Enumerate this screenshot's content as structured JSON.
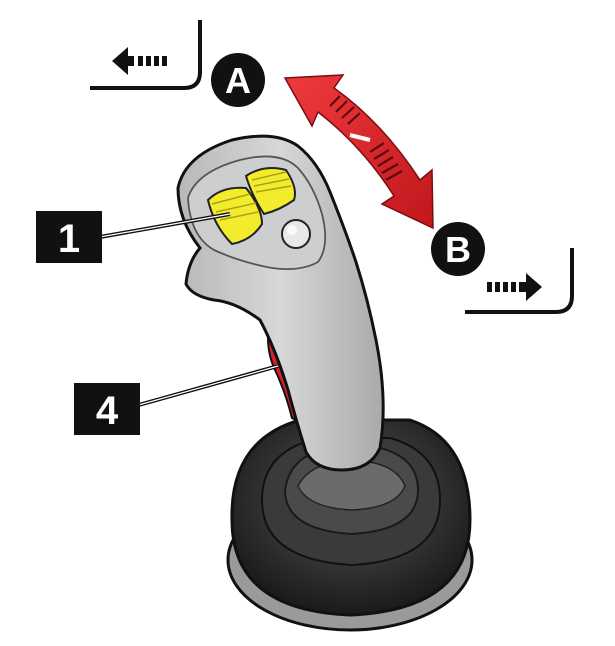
{
  "callouts": [
    {
      "id": "callout-1",
      "text": "1"
    },
    {
      "id": "callout-4",
      "text": "4"
    }
  ],
  "directions": [
    {
      "id": "direction-a",
      "text": "A"
    },
    {
      "id": "direction-b",
      "text": "B"
    }
  ],
  "icons": {
    "reverse": "left-arrow-bracket-icon",
    "forward": "right-arrow-bracket-icon",
    "motion": "double-headed-curved-arrow-icon"
  },
  "colors": {
    "ink": "#111111",
    "arrow_red": "#e0262b",
    "button_yellow": "#f2ec2c",
    "trigger_red": "#d6202a",
    "handle_grey": "#c7c8ca",
    "boot_dark": "#2e2e2e"
  }
}
